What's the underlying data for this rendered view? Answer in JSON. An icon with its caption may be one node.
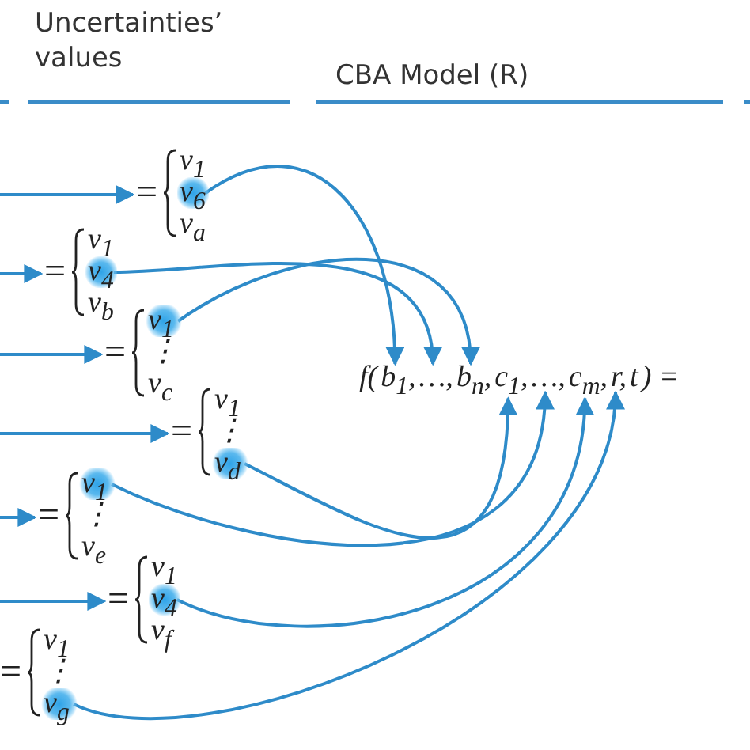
{
  "diagram": {
    "nodes": [
      {
        "text": [
          "=",
          "v$_{1}$",
          "v$_{a}$"
        ]
      },
      {
        "text": [
          "v$_{6}$"
        ],
        "in": 0
      },
      {
        "text": [
          "=",
          "v$_{1}$",
          "v$_{b}$"
        ]
      },
      {
        "text": [
          "v$_{4}$"
        ],
        "in": 2
      },
      {
        "text": [
          "=",
          "⋮",
          "v$_{c}$"
        ]
      },
      {
        "text": [
          "v$_{1}$"
        ],
        "in": 4
      },
      {
        "text": [
          "=",
          "v$_{1}$",
          "⋮"
        ]
      },
      {
        "text": [
          "v$_{d}$"
        ],
        "in": 6
      },
      {
        "text": [
          "=",
          "⋮",
          "v$_{e}$"
        ]
      },
      {
        "text": [
          "v$_{1}$"
        ],
        "in": 8
      },
      {
        "text": [
          "=",
          "v$_{1}$",
          "v$_{f}$"
        ]
      },
      {
        "text": [
          "v$_{4}$"
        ],
        "in": 10
      },
      {
        "text": [
          "=",
          "v$_{1}$",
          "⋮"
        ]
      },
      {
        "text": [
          "v$_{g}$"
        ],
        "in": 12
      },
      {
        "text": [
          "f(",
          ") ="
        ]
      },
      {
        "text": [
          "b$_{1}$,"
        ],
        "in": 14
      },
      {
        "text": [
          "…,"
        ],
        "in": 14
      },
      {
        "text": [
          "b$_{n}$,"
        ],
        "in": 14
      },
      {
        "text": [
          "c$_{1}$,"
        ],
        "in": 14
      },
      {
        "text": [
          "…,"
        ],
        "in": 14
      },
      {
        "text": [
          "c$_{m}$,"
        ],
        "in": 14
      },
      {
        "text": [
          "r,"
        ],
        "in": 14
      },
      {
        "text": [
          "t"
        ],
        "in": 14
      }
    ],
    "edges": [
      {
        "from": null,
        "to": 0,
        "arrow": "to"
      },
      {
        "from": null,
        "to": 2,
        "arrow": "to"
      },
      {
        "from": null,
        "to": 4,
        "arrow": "to"
      },
      {
        "from": null,
        "to": 6,
        "arrow": "to"
      },
      {
        "from": null,
        "to": 8,
        "arrow": "to"
      },
      {
        "from": null,
        "to": 10,
        "arrow": "to"
      },
      {
        "from": 1,
        "to": 15,
        "arrow": "to"
      },
      {
        "from": 3,
        "to": 16,
        "arrow": "to"
      },
      {
        "from": 5,
        "to": 17,
        "arrow": "to"
      },
      {
        "from": 7,
        "to": 18,
        "arrow": "to"
      },
      {
        "from": 9,
        "to": 19,
        "arrow": "to"
      },
      {
        "from": 11,
        "to": 20,
        "arrow": "to"
      },
      {
        "from": 13,
        "to": 21,
        "arrow": "to"
      }
    ],
    "labels": [
      "Uncertainties’ values",
      "CBA Model (R)"
    ]
  }
}
